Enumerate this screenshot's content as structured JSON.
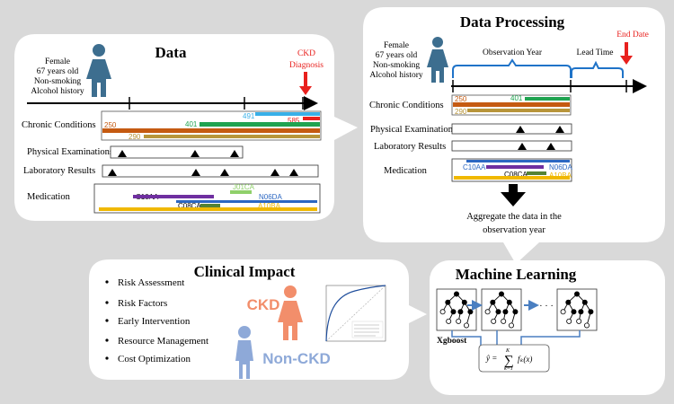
{
  "data_panel": {
    "title": "Data",
    "patient": [
      "Female",
      "67 years old",
      "Non-smoking",
      "Alcohol history"
    ],
    "diagnosis": "CKD\nDiagnosis",
    "rows": {
      "chronic": "Chronic Conditions",
      "physical": "Physical Examinations",
      "lab": "Laboratory Results",
      "medication": "Medication"
    },
    "chronic_codes": [
      "491",
      "585",
      "401",
      "250",
      "290"
    ],
    "medication_codes": [
      "J01CA",
      "C10AA",
      "N06DA",
      "C08CA",
      "A10BA"
    ]
  },
  "processing_panel": {
    "title": "Data Processing",
    "patient": [
      "Female",
      "67 years old",
      "Non-smoking",
      "Alcohol history"
    ],
    "observation_label": "Observation Year",
    "lead_label": "Lead Time",
    "end_label": "End Date",
    "rows": {
      "chronic": "Chronic Conditions",
      "physical": "Physical Examinations",
      "lab": "Laboratory Results",
      "medication": "Medication"
    },
    "chronic_codes": [
      "401",
      "250",
      "290"
    ],
    "medication_codes": [
      "C10AA",
      "N06DA",
      "C08CA",
      "A10BA"
    ],
    "aggregate_text": [
      "Aggregate the data in the",
      "observation year"
    ]
  },
  "impact_panel": {
    "title": "Clinical Impact",
    "items": [
      "Risk Assessment",
      "Risk Factors",
      "Early Intervention",
      "Resource Management",
      "Cost Optimization"
    ],
    "ckd_label": "CKD",
    "nonckd_label": "Non-CKD"
  },
  "ml_panel": {
    "title": "Machine Learning",
    "model": "Xgboost",
    "ellipsis": "· · ·"
  },
  "colors": {
    "person": "#3d6e8f",
    "ckd": "#f28e6b",
    "nonckd": "#8ea9d8",
    "red": "#e8201d",
    "cyan": "#38b0e8",
    "green": "#1fa350",
    "orange": "#c55a11",
    "tan": "#b8953a",
    "lime": "#8fd06a",
    "purple": "#6f2fa0",
    "olive": "#548235",
    "blue": "#2c67c2",
    "yellow": "#f0b800",
    "bracket": "#1f73c8"
  }
}
